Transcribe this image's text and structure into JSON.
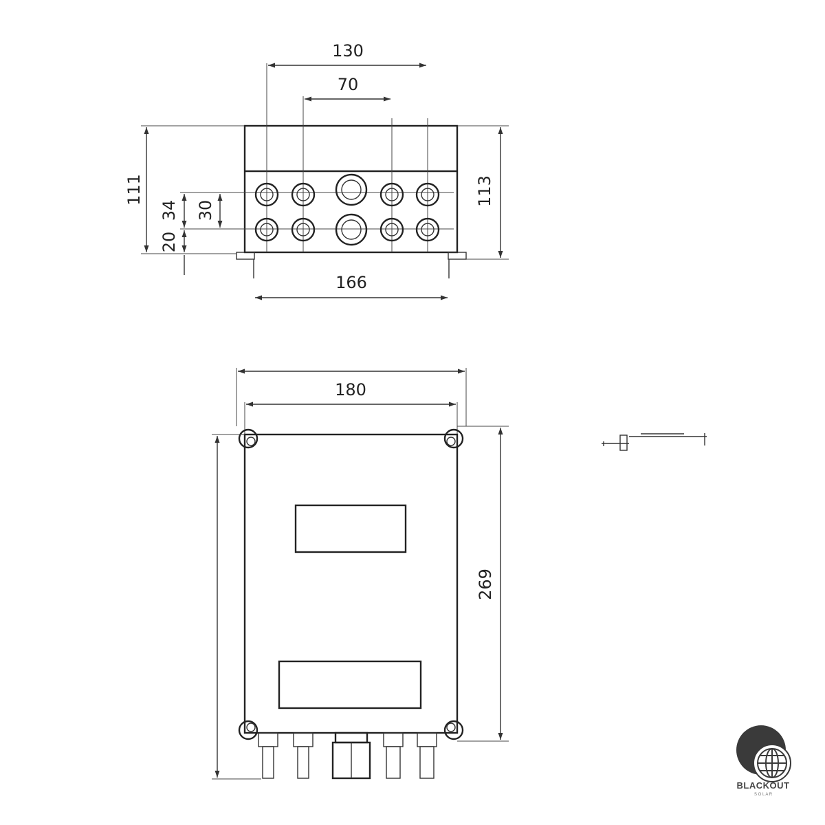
{
  "top_view": {
    "width_outer": "130",
    "width_inner": "70",
    "height_left": "111",
    "height_right": "113",
    "spacing_34": "34",
    "spacing_30": "30",
    "spacing_20": "20",
    "base_width": "166"
  },
  "front_view": {
    "width": "180",
    "height": "269"
  },
  "logo": {
    "text": "BLACKOUT",
    "subtext": "S O L A R"
  }
}
